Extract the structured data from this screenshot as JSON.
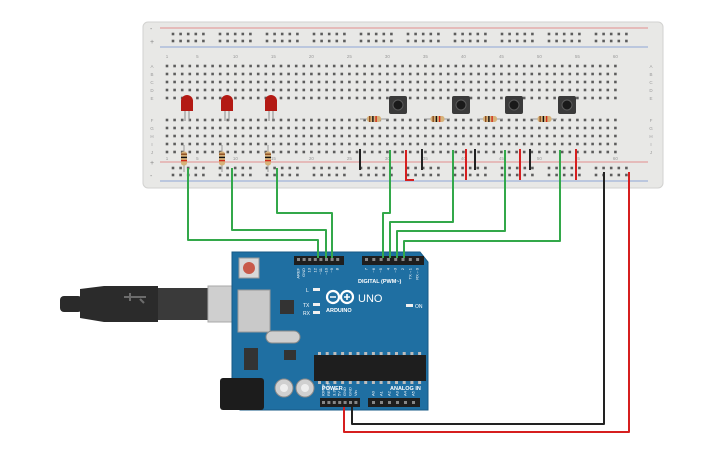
{
  "breadboard": {
    "column_numbers": [
      "1",
      "5",
      "10",
      "15",
      "20",
      "25",
      "30",
      "35",
      "40",
      "45",
      "50",
      "55",
      "60"
    ],
    "row_letters_top": [
      "A",
      "B",
      "C",
      "D",
      "E"
    ],
    "row_letters_bottom": [
      "F",
      "G",
      "H",
      "I",
      "J"
    ],
    "rail_plus": "+",
    "rail_minus": "-",
    "leds": 3,
    "buttons": 4,
    "resistors": 7
  },
  "board": {
    "brand": "ARDUINO",
    "model": "UNO",
    "digital_label": "DIGITAL (PWM~)",
    "power_label": "POWER",
    "analog_label": "ANALOG IN",
    "led_labels": [
      "L",
      "TX",
      "RX"
    ],
    "on_label": "ON",
    "digital_pins": [
      "AREF",
      "GND",
      "13",
      "12",
      "~11",
      "~10",
      "~9",
      "8",
      "7",
      "~6",
      "~5",
      "4",
      "~3",
      "2",
      "TX→1",
      "RX←0"
    ],
    "power_pins": [
      "IOREF",
      "RESET",
      "3.3V",
      "5V",
      "GND",
      "GND",
      "Vin"
    ],
    "analog_pins": [
      "A0",
      "A1",
      "A2",
      "A3",
      "A4",
      "A5"
    ]
  },
  "colors": {
    "board": "#1f6fa2",
    "breadboard": "#e8e8e6",
    "wire_green": "#33a84a",
    "wire_red": "#d61f1f",
    "wire_black": "#222222",
    "led": "#b31a14"
  }
}
